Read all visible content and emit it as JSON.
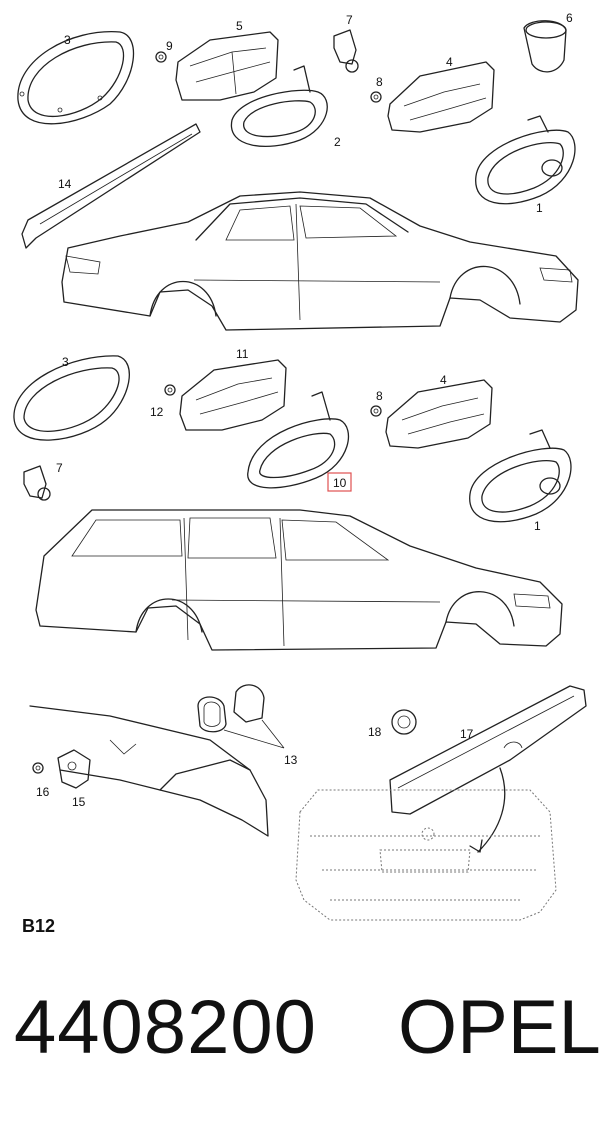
{
  "callouts": {
    "c1a": "1",
    "c2": "2",
    "c3a": "3",
    "c4a": "4",
    "c5": "5",
    "c6": "6",
    "c7a": "7",
    "c8a": "8",
    "c9": "9",
    "c14": "14",
    "c3b": "3",
    "c11": "11",
    "c12": "12",
    "c8b": "8",
    "c4b": "4",
    "c7b": "7",
    "c10": "10",
    "c1b": "1",
    "c13": "13",
    "c16": "16",
    "c15": "15",
    "c18": "18",
    "c17": "17"
  },
  "highlighted_callout": "10",
  "colors": {
    "highlight": "#e05050",
    "line": "#222222"
  },
  "section_code": "B12",
  "part_number": "4408200",
  "brand": "OPEL"
}
